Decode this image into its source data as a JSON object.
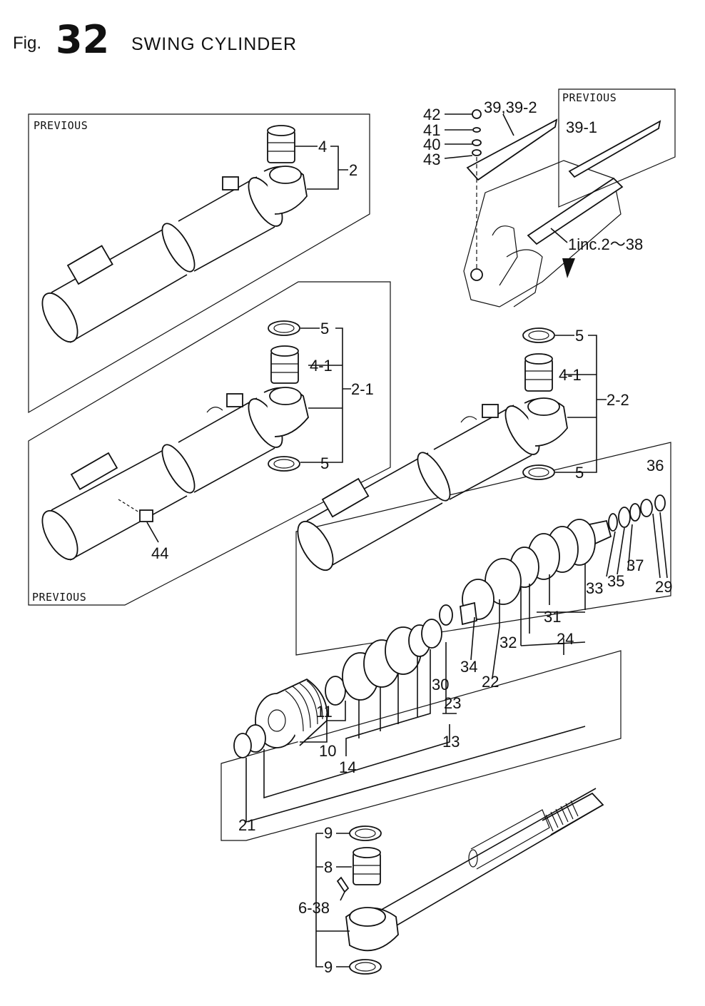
{
  "header": {
    "fig_prefix": "Fig.",
    "fig_number": "32",
    "title": "SWING CYLINDER"
  },
  "boxes": {
    "previous_top_left": "PREVIOUS",
    "previous_mid_left": "PREVIOUS",
    "previous_top_right": "PREVIOUS"
  },
  "callouts": {
    "p42": "42",
    "p41": "41",
    "p40": "40",
    "p43": "43",
    "p39_39_2": "39,39-2",
    "p39_1": "39-1",
    "p1_inc": "1inc.2～38",
    "p4_a": "4",
    "p2_a": "2",
    "p5_b1": "5",
    "p4_1_b": "4-1",
    "p2_1": "2-1",
    "p5_b2": "5",
    "p44": "44",
    "p5_c1": "5",
    "p4_1_c": "4-1",
    "p2_2": "2-2",
    "p5_c2": "5",
    "p36": "36",
    "p37": "37",
    "p35": "35",
    "p33": "33",
    "p29": "29",
    "p31": "31",
    "p32": "32",
    "p24": "24",
    "p34": "34",
    "p22": "22",
    "p30": "30",
    "p23": "23",
    "p13": "13",
    "p11": "11",
    "p10": "10",
    "p14": "14",
    "p21": "21",
    "p9_a": "9",
    "p8": "8",
    "p6_38": "6-38",
    "p9_b": "9"
  }
}
